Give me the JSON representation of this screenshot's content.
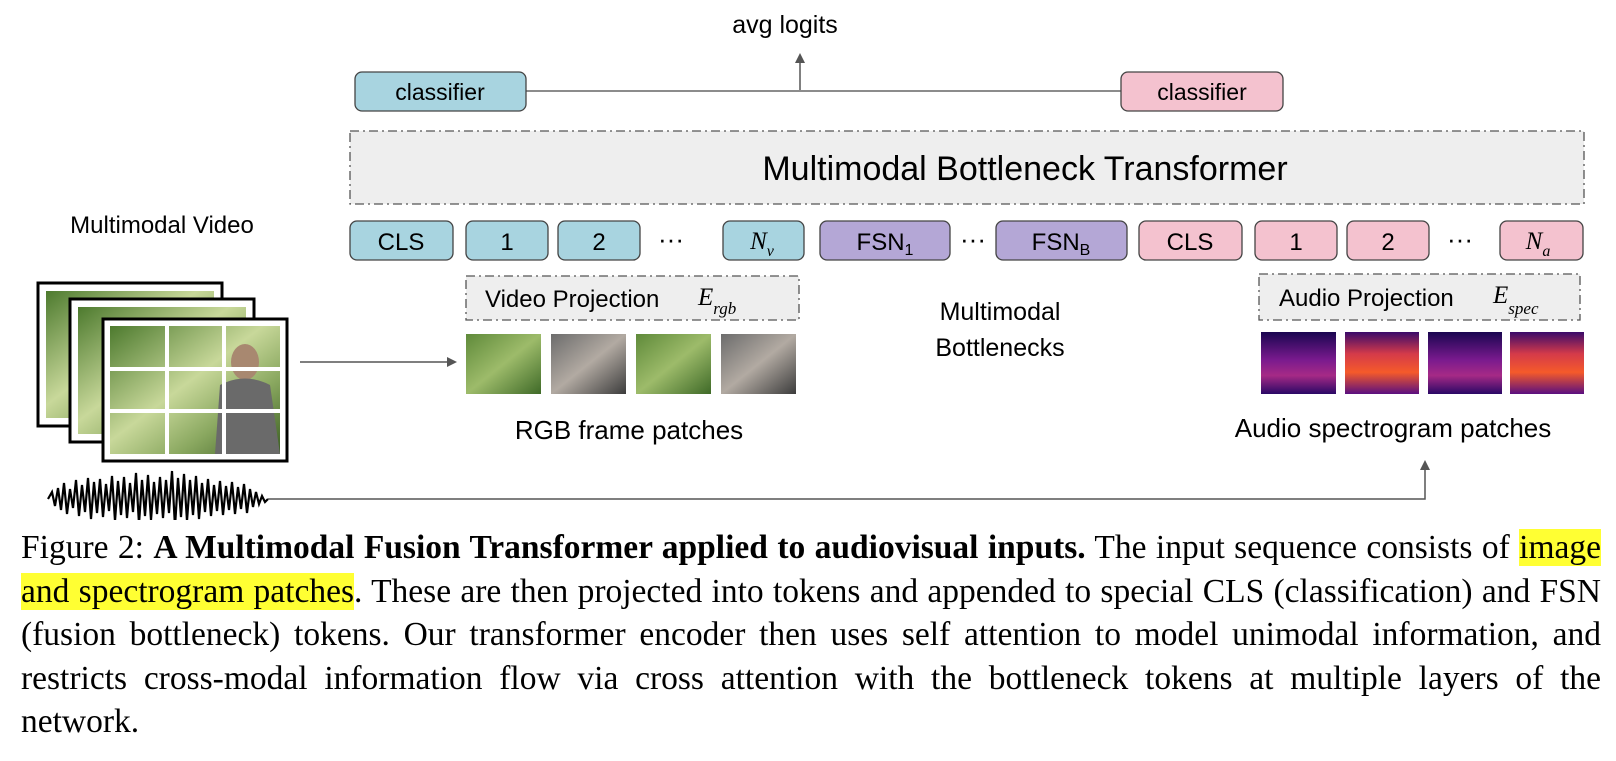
{
  "diagram": {
    "output_label": "avg logits",
    "classifier_left": "classifier",
    "classifier_right": "classifier",
    "transformer_label": "Multimodal Bottleneck Transformer",
    "input_label": "Multimodal Video",
    "video_tokens": {
      "cls": "CLS",
      "t1": "1",
      "t2": "2",
      "ellipsis": "···",
      "last_main": "N",
      "last_sub": "v"
    },
    "bottleneck_tokens": {
      "first_main": "FSN",
      "first_sub": "1",
      "ellipsis": "···",
      "last_main": "FSN",
      "last_sub": "B"
    },
    "audio_tokens": {
      "cls": "CLS",
      "t1": "1",
      "t2": "2",
      "ellipsis": "···",
      "last_main": "N",
      "last_sub": "a"
    },
    "video_projection": {
      "label": "Video Projection",
      "symbol_main": "E",
      "symbol_sub": "rgb"
    },
    "audio_projection": {
      "label": "Audio Projection",
      "symbol_main": "E",
      "symbol_sub": "spec"
    },
    "bottlenecks_label_line1": "Multimodal",
    "bottlenecks_label_line2": "Bottlenecks",
    "rgb_patches_label": "RGB frame patches",
    "audio_patches_label": "Audio spectrogram patches",
    "colors": {
      "video_token": "#a8d4e0",
      "bottleneck_token": "#b4a7d6",
      "audio_token": "#f4c2cf",
      "transformer_fill": "#eeeeee",
      "projection_fill": "#eeeeee"
    }
  },
  "caption": {
    "prefix": "Figure 2: ",
    "title": "A Multimodal Fusion Transformer applied to audiovisual inputs.",
    "part1": " The input sequence consists of ",
    "highlight": "image and spectrogram patches",
    "part2": ". These are then projected into tokens and appended to special CLS (classification) and FSN (fusion bottleneck) tokens. Our transformer encoder then uses self attention to model unimodal information, and restricts cross-modal information flow via cross attention with the bottleneck tokens at multiple layers of the network."
  }
}
